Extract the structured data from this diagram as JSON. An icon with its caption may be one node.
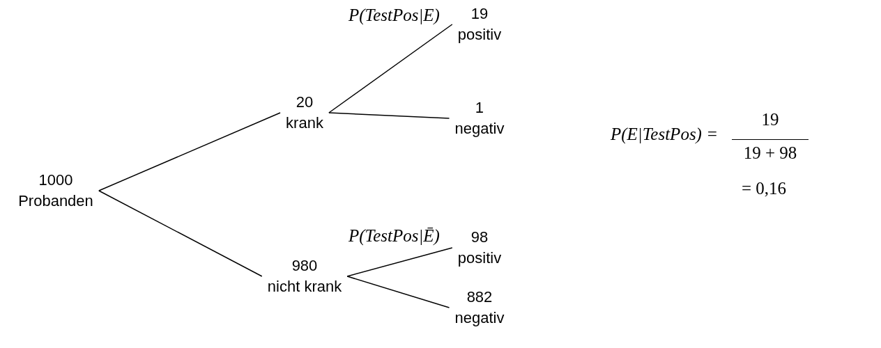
{
  "diagram": {
    "nodes": [
      {
        "text": [
          "1000",
          "Probanden"
        ]
      },
      {
        "text": [
          "20",
          "krank"
        ]
      },
      {
        "text": [
          "980",
          "nicht krank"
        ]
      },
      {
        "text": [
          "19",
          "positiv"
        ]
      },
      {
        "text": [
          "1",
          "negativ"
        ]
      },
      {
        "text": [
          "98",
          "positiv"
        ]
      },
      {
        "text": [
          "882",
          "negativ"
        ]
      }
    ],
    "edges": [
      {
        "from": 0,
        "to": 1,
        "arrow": "none"
      },
      {
        "from": 0,
        "to": 2,
        "arrow": "none"
      },
      {
        "from": 1,
        "to": 3,
        "arrow": "none"
      },
      {
        "from": 1,
        "to": 4,
        "arrow": "none"
      },
      {
        "from": 2,
        "to": 5,
        "arrow": "none"
      },
      {
        "from": 2,
        "to": 6,
        "arrow": "none"
      }
    ],
    "labels": [
      "P(TestPos|E)",
      "P(TestPos|Ē)",
      "P(E|TestPos) =",
      "19",
      "19 + 98",
      "= 0,16"
    ]
  }
}
